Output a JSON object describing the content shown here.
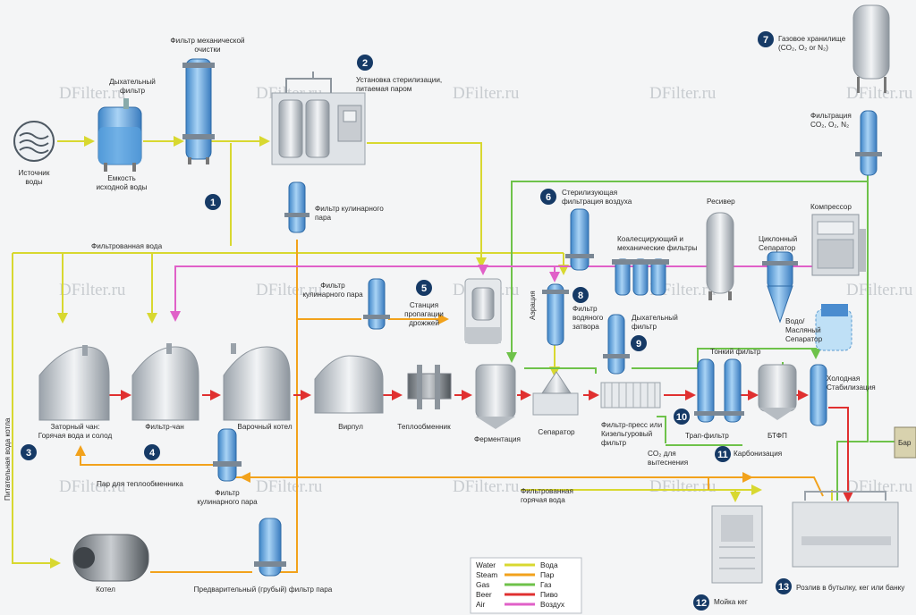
{
  "watermark": "DFilter.ru",
  "colors": {
    "water": "#d8d830",
    "steam": "#f2a21c",
    "gas": "#6ec24a",
    "beer": "#e03030",
    "air": "#e060c8",
    "badge": "#163a66",
    "vessel": "#6aaee6"
  },
  "labels": {
    "water_source": "Источник\nводы",
    "breather_filter_tank": "Дыхательный\nфильтр",
    "raw_water_tank": "Емкость\nисходной воды",
    "mech_filter": "Фильтр механической\nочистки",
    "steam_sterilization": "Установка стерилизации,\nпитаемая паром",
    "culinary_steam_top": "Фильтр кулинарного\nпара",
    "filtered_water": "Фильтрованная вода",
    "culinary_steam_mid": "Фильтр\nкулинарного пара",
    "yeast_station": "Станция\nпропагации\nдрожжей",
    "aeration": "Аэрация",
    "water_trap_filter": "Фильтр\nводяного\nзатвора",
    "sterile_air_filtration": "Стерилизующая\nфильтрация воздуха",
    "coalescing_filters": "Коалесцирующий и\nмеханические фильтры",
    "receiver": "Ресивер",
    "compressor": "Компрессор",
    "cyclone_separator": "Циклонный\nСепаратор",
    "water_oil_separator": "Водо/\nМасляный\nСепаратор",
    "gas_storage": "Газовое хранилище\n(CO₂, O₂ or N₂)",
    "gas_filtration": "Фильтрация\nCO₂, O₂, N₂",
    "breather_filter": "Дыхательный\nфильтр",
    "fine_filter": "Тонкий фильтр",
    "cold_stabilization": "Холодная\nСтабилизация",
    "mash_tun": "Заторный чан:\nГорячая вода и солод",
    "lauter_tun": "Фильтр-чан",
    "brew_kettle": "Варочный котел",
    "whirlpool": "Вирпул",
    "heat_exchanger": "Теплообменник",
    "fermentation": "Ферментация",
    "separator": "Сепаратор",
    "filter_press": "Фильтр-пресс или\nКизельгуровый\nфильтр",
    "trap_filter": "Трап-фильтр",
    "btfp": "БТФП",
    "bar": "Бар",
    "boiler_feed_water": "Питательная вода котла",
    "steam_for_exchanger": "Пар для теплообменника",
    "culinary_steam_bottom": "Фильтр\nкулинарного пара",
    "co2_displacement": "CO₂ для\nвытеснения",
    "carbonation": "Карбонизация",
    "filtered_hot_water": "Фильтрованная\nгорячая вода",
    "boiler": "Котел",
    "pre_steam_filter": "Предварительный (грубый) фильтр пара",
    "keg_washing": "Мойка кег",
    "bottling": "Розлив в бутылку, кег или банку"
  },
  "badges": [
    "1",
    "2",
    "3",
    "4",
    "5",
    "6",
    "7",
    "8",
    "9",
    "10",
    "11",
    "12",
    "13"
  ],
  "legend": [
    {
      "en": "Water",
      "ru": "Вода",
      "color": "#d8d830"
    },
    {
      "en": "Steam",
      "ru": "Пар",
      "color": "#f2a21c"
    },
    {
      "en": "Gas",
      "ru": "Газ",
      "color": "#6ec24a"
    },
    {
      "en": "Beer",
      "ru": "Пиво",
      "color": "#e03030"
    },
    {
      "en": "Air",
      "ru": "Воздух",
      "color": "#e060c8"
    }
  ]
}
